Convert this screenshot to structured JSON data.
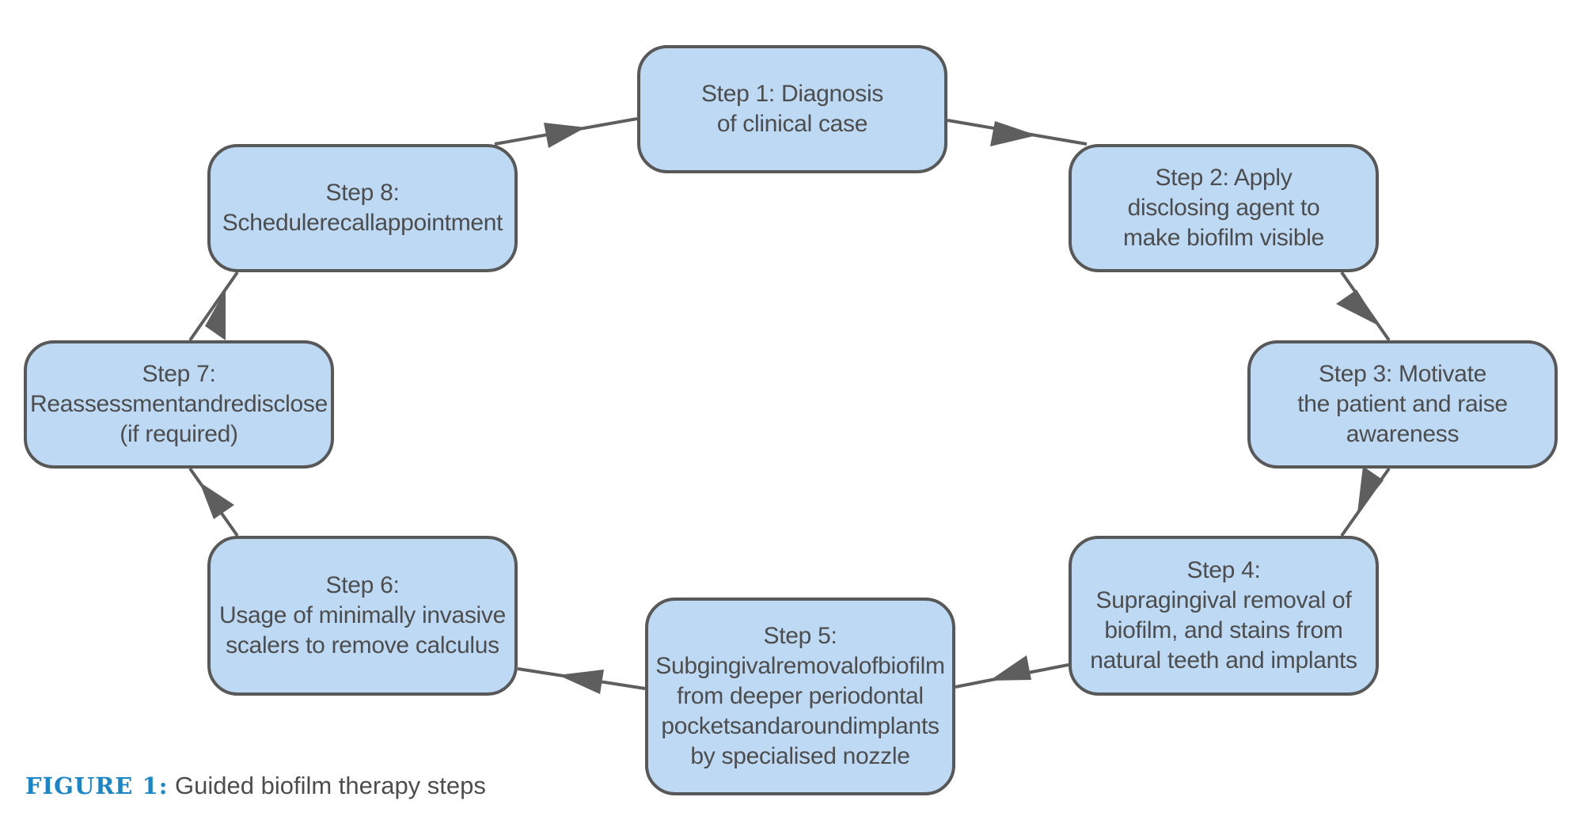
{
  "figure": {
    "caption_label": "FIGURE 1:",
    "caption_text": " Guided biofilm therapy steps"
  },
  "colors": {
    "node_fill": "#bdd9f3",
    "node_border": "#585858",
    "arrow": "#5e5e5e",
    "caption_label": "#1a86c8",
    "text": "#4d4d4d"
  },
  "steps": [
    {
      "lines": [
        "Step 1: Diagnosis",
        "of clinical case"
      ]
    },
    {
      "lines": [
        "Step 2: Apply",
        "disclosing agent to",
        "make biofilm visible"
      ]
    },
    {
      "lines": [
        "Step 3: Motivate",
        "the patient and raise",
        "awareness"
      ]
    },
    {
      "lines": [
        "Step 4:",
        "Supragingival removal of",
        "biofilm, and stains from",
        "natural teeth and implants"
      ]
    },
    {
      "lines": [
        "Step 5:",
        "Subgingivalremovalofbiofilm",
        "from deeper periodontal",
        "pocketsandaroundimplants",
        "by specialised nozzle"
      ]
    },
    {
      "lines": [
        "Step 6:",
        "Usage of minimally invasive",
        "scalers to remove calculus"
      ]
    },
    {
      "lines": [
        "Step 7:",
        "Reassessmentandredisclose",
        "(if required)"
      ]
    },
    {
      "lines": [
        "Step 8:",
        "Schedulerecallappointment"
      ]
    }
  ]
}
